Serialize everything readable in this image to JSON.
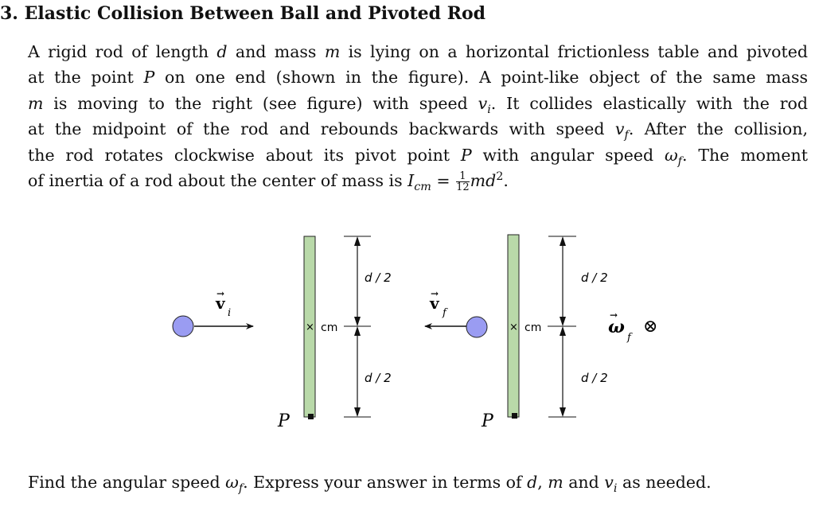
{
  "heading": {
    "number": "3.",
    "title": "Elastic Collision Between Ball and Pivoted Rod"
  },
  "problem": {
    "line1": [
      "A rigid rod of length ",
      "d",
      " and mass ",
      "m",
      " is lying on a horizontal frictionless table and pivoted"
    ],
    "line2": [
      "at the point ",
      "P",
      " on one end (shown in the figure). A point-like object of the same mass"
    ],
    "line3": [
      "m",
      " is moving to the right (see figure) with speed ",
      "v",
      "i",
      ". It collides elastically with the rod"
    ],
    "line4": [
      "at the midpoint of the rod and rebounds backwards with speed ",
      "v",
      "f",
      ". After the collision,"
    ],
    "line5": [
      "the rod rotates clockwise about its pivot point ",
      "P",
      " with angular speed ",
      "ω",
      "f",
      ". The moment"
    ],
    "line6": [
      "of inertia of a rod about the center of mass is ",
      "I",
      "cm",
      " = ",
      "1",
      "12",
      "md",
      "2",
      "."
    ]
  },
  "figure": {
    "before": {
      "velocity_symbol": "v",
      "velocity_subscript": "i",
      "cm_label": "cm",
      "half_top": "d / 2",
      "half_bottom": "d / 2",
      "pivot_label": "P"
    },
    "after": {
      "velocity_symbol": "v",
      "velocity_subscript": "f",
      "cm_label": "cm",
      "half_top": "d / 2",
      "half_bottom": "d / 2",
      "pivot_label": "P",
      "omega_symbol": "ω",
      "omega_subscript": "f",
      "into_page_symbol": "⊗"
    },
    "colors": {
      "ball": "#9a9cf2",
      "rod": "#b9d9a9"
    }
  },
  "question": [
    "Find the angular speed ",
    "ω",
    "f",
    ". Express your answer in terms of ",
    "d",
    ", ",
    "m",
    " and ",
    "v",
    "i",
    " as needed."
  ]
}
